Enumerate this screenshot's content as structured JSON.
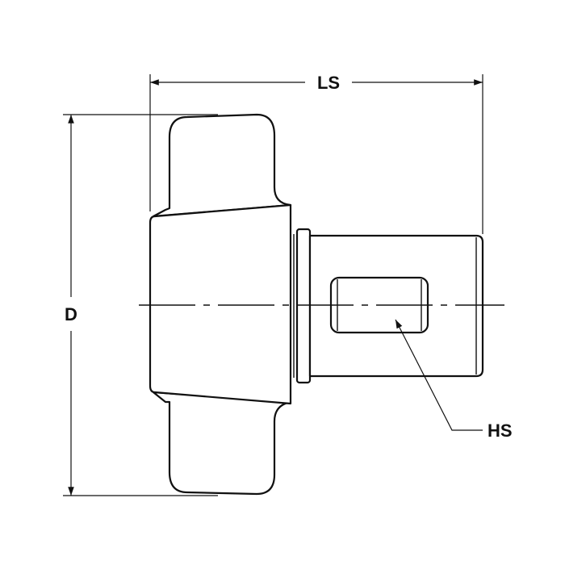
{
  "labels": {
    "overall_length": "LS",
    "diameter": "D",
    "shaft_hole": "HS"
  }
}
